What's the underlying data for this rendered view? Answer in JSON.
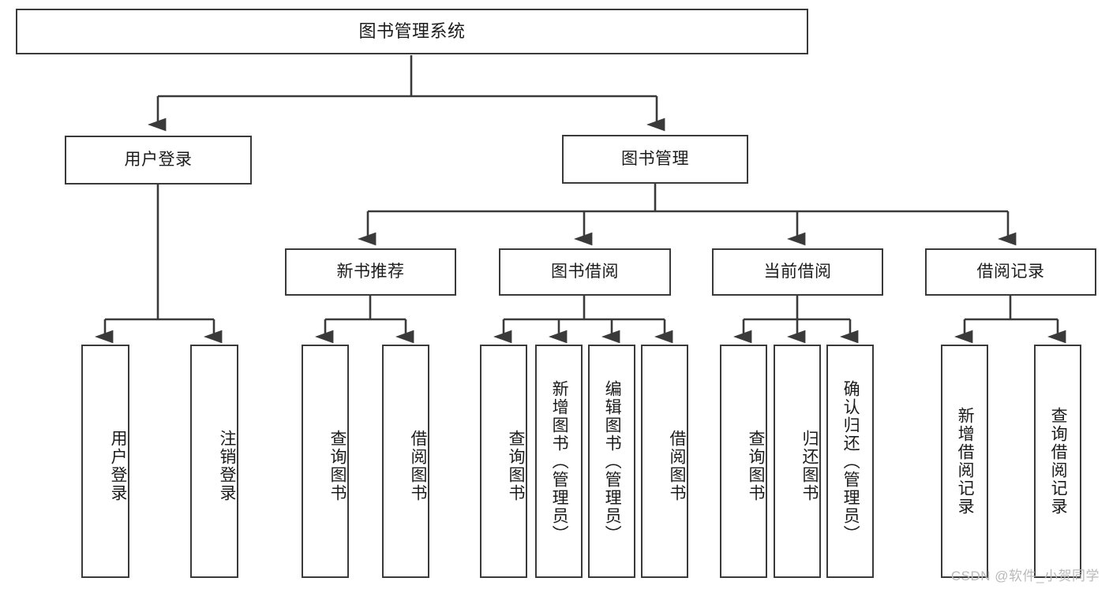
{
  "diagram": {
    "title": "图书管理系统",
    "type": "hierarchy-tree",
    "background_color": "#ffffff",
    "line_color": "#3a3a3a",
    "text_color": "#1b1b1b",
    "root": {
      "label": "图书管理系统"
    },
    "level2": [
      {
        "label": "用户登录"
      },
      {
        "label": "图书管理"
      }
    ],
    "level3": [
      {
        "label": "新书推荐"
      },
      {
        "label": "图书借阅"
      },
      {
        "label": "当前借阅"
      },
      {
        "label": "借阅记录"
      }
    ],
    "leaves": {
      "user_login": [
        {
          "label": "用户登录"
        },
        {
          "label": "注销登录"
        }
      ],
      "new_book_recommend": [
        {
          "label": "查询图书"
        },
        {
          "label": "借阅图书"
        }
      ],
      "book_borrow": [
        {
          "label": "查询图书"
        },
        {
          "label": "新增图书（管理员）"
        },
        {
          "label": "编辑图书（管理员）"
        },
        {
          "label": "借阅图书"
        }
      ],
      "current_borrow": [
        {
          "label": "查询图书"
        },
        {
          "label": "归还图书"
        },
        {
          "label": "确认归还（管理员）"
        }
      ],
      "borrow_record": [
        {
          "label": "新增借阅记录"
        },
        {
          "label": "查询借阅记录"
        }
      ]
    }
  },
  "watermark": {
    "text": "CSDN @软件_小贺同学"
  }
}
